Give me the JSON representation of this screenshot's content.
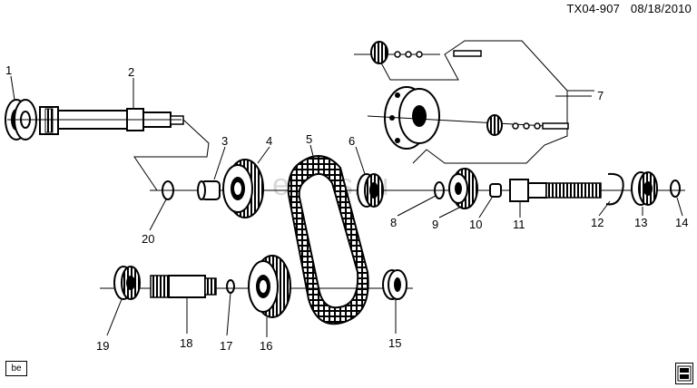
{
  "header": {
    "code": "TX04-907",
    "date": "08/18/2010"
  },
  "footer": {
    "code_box": "be",
    "logo": "gm-service-logo"
  },
  "watermark": "elcats.ru",
  "parts": [
    {
      "num": "1"
    },
    {
      "num": "2"
    },
    {
      "num": "3"
    },
    {
      "num": "4"
    },
    {
      "num": "5"
    },
    {
      "num": "6"
    },
    {
      "num": "7"
    },
    {
      "num": "8"
    },
    {
      "num": "9"
    },
    {
      "num": "10"
    },
    {
      "num": "11"
    },
    {
      "num": "12"
    },
    {
      "num": "13"
    },
    {
      "num": "14"
    },
    {
      "num": "15"
    },
    {
      "num": "16"
    },
    {
      "num": "17"
    },
    {
      "num": "18"
    },
    {
      "num": "19"
    },
    {
      "num": "20"
    }
  ]
}
